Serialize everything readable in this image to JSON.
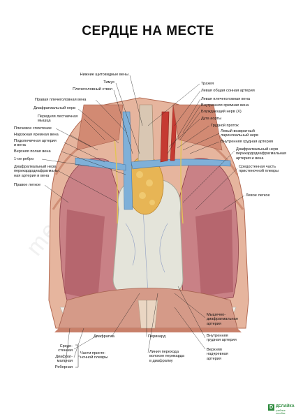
{
  "title": "СЕРДЦЕ НА МЕСТЕ",
  "watermark": "meduca.ru",
  "logo": {
    "mark": "D",
    "name": "ДЕЛАЙКА",
    "sub": "учебные пособия"
  },
  "labels": {
    "thyroid_veins": "Нижние щитовидные вены",
    "thymus": "Тимус",
    "brachiocephalic_trunk": "Плечеголовный ствол",
    "right_brachiocephalic_vein": "Правая плечеголовная вена",
    "phrenic_nerve_r": "Диафрагмальный нерв",
    "anterior_scalene": "Передняя лестничная\nмышца",
    "brachial_plexus": "Плечевое сплетение",
    "external_jugular": "Наружная яремная вена",
    "subclavian_artery_vein": "Подключичная артерия\nи вена",
    "superior_vena_cava": "Верхняя полая вена",
    "first_rib": "1-ое ребро",
    "pericardiophrenic_r": "Диафрагмальный нерв\nперикардодиафрагмаль-\nная артерия и вена",
    "right_lung": "Правое легкое",
    "trachea": "Трахея",
    "left_common_carotid": "Левая общая сонная артерия",
    "left_brachiocephalic_vein": "Левая плечеголовная вена",
    "internal_jugular": "Внутренняя яремная вена",
    "vagus": "Блуждающий нерв (X)",
    "aortic_arch": "Дуга аорты",
    "thoracic_duct": "Грудной проток",
    "recurrent_laryngeal": "Левый возвратный\nларингеальный нерв",
    "internal_thoracic": "Внутренняя грудная артерия",
    "pericardiophrenic_l": "Диафрагмальный нерв\nперикардодиафрагмальная\nартерия и вена",
    "mediastinal_pleura": "Средостенная часть\nпристеночной плевры",
    "left_lung": "Левое легкое",
    "diaphragm": "Диафрагма",
    "pericardium": "Перикард",
    "reflection_line": "Линия перехода\nволокон перикарда\nв диафрагму",
    "musculophrenic": "Мышечно-\nдиафрагмальная\nартерия",
    "internal_thoracic_b": "Внутренняя\nгрудная артерия",
    "superior_epigastric": "Верхняя\nнадчревная\nартерия",
    "mediastinal": "Средо-\nстенная",
    "diaphragmatic": "Диафраг-\nмальная",
    "costal": "Реберная",
    "parietal_pleura_parts": "Части присте-\nночной плевры"
  }
}
